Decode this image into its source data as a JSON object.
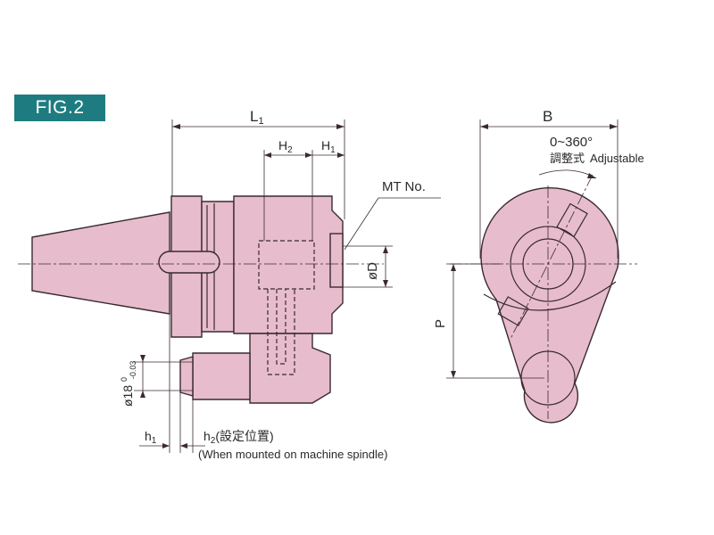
{
  "figure": {
    "label": "FIG.2"
  },
  "dimensions": {
    "L1": "L",
    "L1_sub": "1",
    "H2": "H",
    "H2_sub": "2",
    "H1": "H",
    "H1_sub": "1",
    "mt_no": "MT No.",
    "phi_d": "øD",
    "phi_18": "ø18",
    "tol_upper": "0",
    "tol_lower": "-0.03",
    "h1": "h",
    "h1_sub": "1",
    "h2": "h",
    "h2_sub": "2",
    "h2_note": "(設定位置)",
    "mounted_note": "(When mounted on machine spindle)",
    "B": "B",
    "angle_range": "0~360°",
    "adjustable_jp": "調整式",
    "adjustable_en": "Adjustable",
    "P": "P"
  },
  "colors": {
    "body_fill": "#e7bccd",
    "outline": "#3a2a30",
    "label_bg": "#1e7c80"
  }
}
